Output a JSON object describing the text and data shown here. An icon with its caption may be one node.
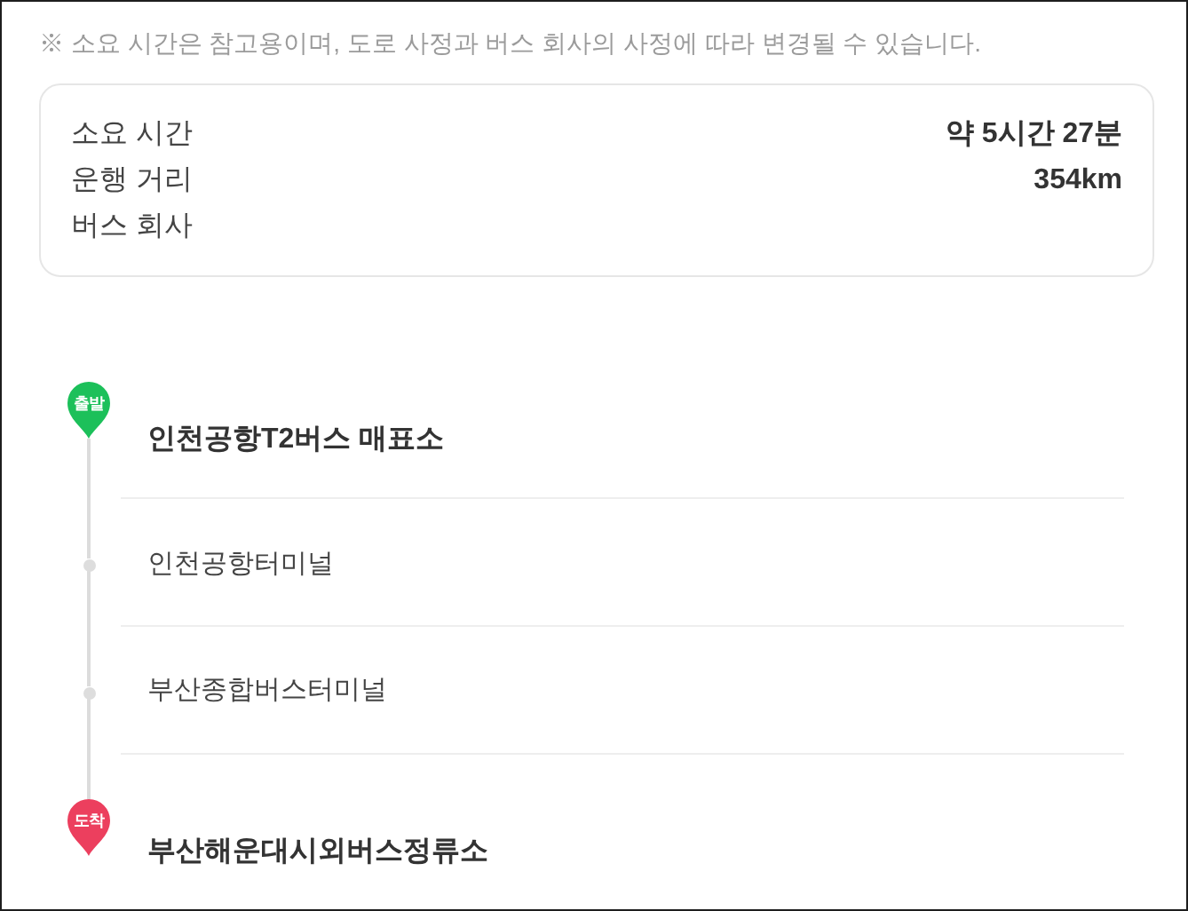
{
  "diagram": {
    "nodes": [
      {
        "text": [
          "소요 시간",
          "약 5시간 27분",
          "운행 거리",
          "354km",
          "버스 회사"
        ]
      },
      {
        "text": [
          "출발"
        ],
        "beside": [
          "인천공항T2버스 매표소"
        ]
      },
      {
        "text": [],
        "shape": "circle",
        "beside": [
          "인천공항터미널"
        ]
      },
      {
        "text": [],
        "shape": "circle",
        "beside": [
          "부산종합버스터미널"
        ]
      },
      {
        "text": [
          "도착"
        ],
        "beside": [
          "부산해운대시외버스정류소"
        ]
      }
    ],
    "edges": [
      {
        "from": 1,
        "to": 2,
        "arrow": "none"
      },
      {
        "from": 2,
        "to": 3,
        "arrow": "none"
      },
      {
        "from": 3,
        "to": 4,
        "arrow": "none"
      }
    ],
    "labels": [
      "※ 소요 시간은 참고용이며, 도로 사정과 버스 회사의 사정에 따라 변경될 수 있습니다."
    ]
  }
}
